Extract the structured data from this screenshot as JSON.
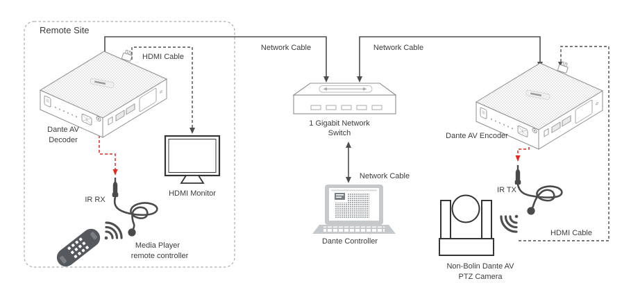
{
  "site": {
    "label": "Remote Site"
  },
  "devices": {
    "decoder": {
      "label_line1": "Dante AV",
      "label_line2": "Decoder"
    },
    "monitor": {
      "label": "HDMI Monitor"
    },
    "ir_rx": {
      "label": "IR RX"
    },
    "remote": {
      "label_line1": "Media Player",
      "label_line2": "remote controller"
    },
    "switch": {
      "label_line1": "1 Gigabit Network",
      "label_line2": "Switch"
    },
    "controller": {
      "label": "Dante Controller"
    },
    "encoder": {
      "label": "Dante AV Encoder"
    },
    "ir_tx": {
      "label": "IR TX"
    },
    "camera": {
      "label_line1": "Non-Bolin Dante AV",
      "label_line2": "PTZ Camera"
    }
  },
  "cables": {
    "hdmi_left": "HDMI Cable",
    "network_left": "Network Cable",
    "network_right": "Network Cable",
    "network_mid": "Network Cable",
    "hdmi_right": "HDMI Cable"
  },
  "colors": {
    "line": "#4d4d4d",
    "ir_signal": "#e8251c",
    "site_border": "#b8b8b8",
    "text": "#3b3b3b",
    "device_outline": "#8c8c8c"
  }
}
